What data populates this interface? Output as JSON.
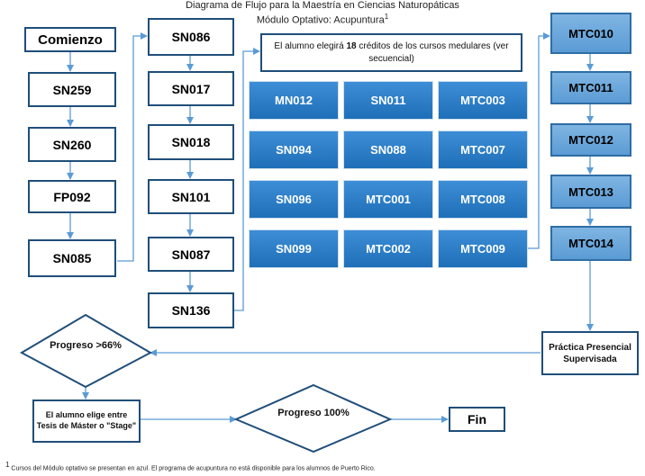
{
  "header": {
    "line1": "Diagrama de Flujo para la Maestría  en Ciencias Naturopáticas",
    "line2": "Módulo Optativo: Acupuntura",
    "line2_sup": "1"
  },
  "col1": [
    "Comienzo",
    "SN259",
    "SN260",
    "FP092",
    "SN085"
  ],
  "col2": [
    "SN086",
    "SN017",
    "SN018",
    "SN101",
    "SN087",
    "SN136"
  ],
  "electives_note": {
    "before": "El alumno elegirá ",
    "bold": "18",
    "after": " créditos de los cursos medulares (ver secuencial)"
  },
  "electives": [
    [
      "MN012",
      "SN011",
      "MTC003"
    ],
    [
      "SN094",
      "SN088",
      "MTC007"
    ],
    [
      "SN096",
      "MTC001",
      "MTC008"
    ],
    [
      "SN099",
      "MTC002",
      "MTC009"
    ]
  ],
  "col4": [
    "MTC010",
    "MTC011",
    "MTC012",
    "MTC013",
    "MTC014"
  ],
  "practica": "Práctica Presencial Supervisada",
  "decision1": "Progreso >66%",
  "choice": "El alumno elige entre Tesis de Máster o \"Stage\"",
  "decision2": "Progreso 100%",
  "end": "Fin",
  "footnote": {
    "sup": "1",
    "text": "Cursos del Módulo optativo se presentan en azul.   El programa de acupuntura no está disponible para los alumnos de Puerto Rico."
  },
  "colors": {
    "border": "#1f4e79",
    "blue": "#1e6fb8",
    "light_blue": "#5b9bd5",
    "arrow": "#5b9bd5"
  }
}
